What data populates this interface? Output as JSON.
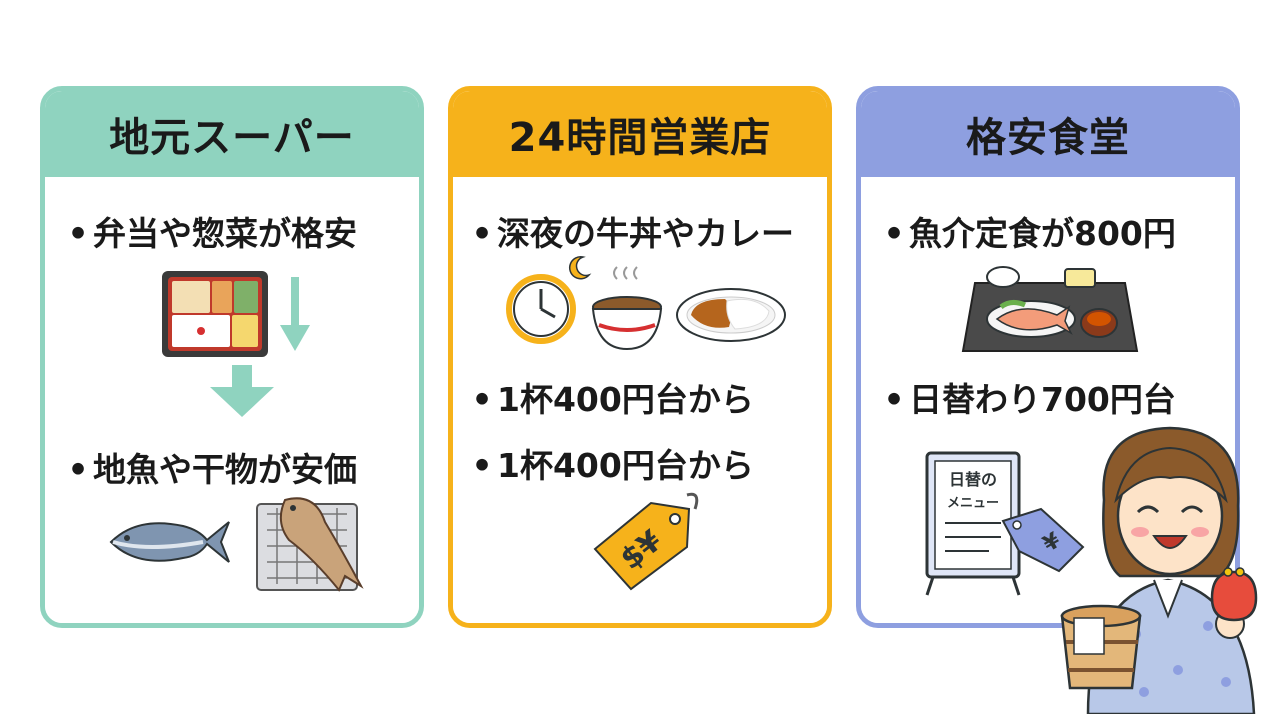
{
  "cards": [
    {
      "title": "地元スーパー",
      "color": "#8fd3bf",
      "items": [
        "弁当や惣菜が格安",
        "地魚や干物が安価"
      ]
    },
    {
      "title": "24時間営業店",
      "color": "#f6b21b",
      "items": [
        "深夜の牛丼やカレー",
        "1杯400円台から",
        "1杯400円台から"
      ]
    },
    {
      "title": "格安食堂",
      "color": "#8e9fe0",
      "items": [
        "魚介定食が800円",
        "日替わり700円台"
      ]
    }
  ],
  "menu_board": {
    "line1": "日替の",
    "line2": "メニュー"
  },
  "price_tag_symbol": "$¥",
  "yen_tag_symbol": "¥",
  "icons": [
    "bento-icon",
    "arrow-down-icon",
    "fish-icon",
    "dried-fish-icon",
    "clock-icon",
    "moon-icon",
    "gyudon-bowl-icon",
    "curry-plate-icon",
    "price-tag-icon",
    "set-meal-tray-icon",
    "menu-board-icon",
    "yen-tag-icon",
    "woman-in-yukata-icon"
  ]
}
